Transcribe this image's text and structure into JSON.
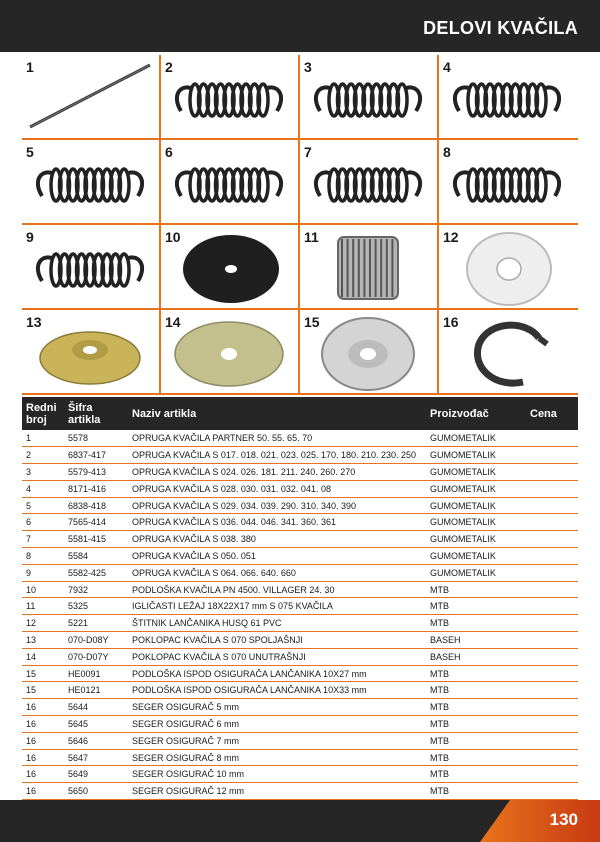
{
  "header": {
    "title": "DELOVI KVAČILA"
  },
  "grid": {
    "cells": [
      {
        "num": "1",
        "icon": "rod-spring-icon"
      },
      {
        "num": "2",
        "icon": "clutch-spring-icon"
      },
      {
        "num": "3",
        "icon": "clutch-spring-icon"
      },
      {
        "num": "4",
        "icon": "clutch-spring-icon"
      },
      {
        "num": "5",
        "icon": "clutch-spring-icon"
      },
      {
        "num": "6",
        "icon": "clutch-spring-icon"
      },
      {
        "num": "7",
        "icon": "clutch-spring-icon"
      },
      {
        "num": "8",
        "icon": "clutch-spring-icon"
      },
      {
        "num": "9",
        "icon": "clutch-spring-icon"
      },
      {
        "num": "10",
        "icon": "washer-black-icon"
      },
      {
        "num": "11",
        "icon": "needle-bearing-icon"
      },
      {
        "num": "12",
        "icon": "washer-white-icon"
      },
      {
        "num": "13",
        "icon": "cover-gold-icon"
      },
      {
        "num": "14",
        "icon": "washer-metal-icon"
      },
      {
        "num": "15",
        "icon": "cover-silver-icon"
      },
      {
        "num": "16",
        "icon": "circlip-icon"
      }
    ]
  },
  "table": {
    "headers": {
      "col1": "Redni broj",
      "col2": "Šifra artikla",
      "col3": "Naziv artikla",
      "col4": "Proizvođač",
      "col5": "Cena"
    },
    "rows": [
      [
        "1",
        "5578",
        "OPRUGA KVAČILA PARTNER 50. 55. 65. 70",
        "GUMOMETALIK",
        ""
      ],
      [
        "2",
        "6837-417",
        "OPRUGA KVAČILA S 017. 018. 021. 023. 025. 170. 180. 210. 230. 250",
        "GUMOMETALIK",
        ""
      ],
      [
        "3",
        "5579-413",
        "OPRUGA KVAČILA S 024. 026. 181. 211. 240. 260. 270",
        "GUMOMETALIK",
        ""
      ],
      [
        "4",
        "8171-416",
        "OPRUGA KVAČILA S 028. 030. 031. 032. 041. 08",
        "GUMOMETALIK",
        ""
      ],
      [
        "5",
        "6838-418",
        "OPRUGA KVAČILA S 029. 034. 039. 290. 310. 340. 390",
        "GUMOMETALIK",
        ""
      ],
      [
        "6",
        "7565-414",
        "OPRUGA KVAČILA S 036. 044. 046. 341. 360. 361",
        "GUMOMETALIK",
        ""
      ],
      [
        "7",
        "5581-415",
        "OPRUGA KVAČILA S 038. 380",
        "GUMOMETALIK",
        ""
      ],
      [
        "8",
        "5584",
        "OPRUGA KVAČILA S 050. 051",
        "GUMOMETALIK",
        ""
      ],
      [
        "9",
        "5582-425",
        "OPRUGA KVAČILA S 064. 066. 640. 660",
        "GUMOMETALIK",
        ""
      ],
      [
        "10",
        "7932",
        "PODLOŠKA KVAČILA PN 4500. VILLAGER 24. 30",
        "MTB",
        ""
      ],
      [
        "11",
        "5325",
        "IGLIČASTI LEŽAJ 18X22X17 mm S 075 KVAČILA",
        "MTB",
        ""
      ],
      [
        "12",
        "5221",
        "ŠTITNIK LANČANIKA HUSQ 61 PVC",
        "MTB",
        ""
      ],
      [
        "13",
        "070-D08Y",
        "POKLOPAC KVAČILA S 070 SPOLJAŠNJI",
        "BASEH",
        ""
      ],
      [
        "14",
        "070-D07Y",
        "POKLOPAC KVAČILA S 070 UNUTRAŠNJI",
        "BASEH",
        ""
      ],
      [
        "15",
        "HE0091",
        "PODLOŠKA ISPOD OSIGURAČA LANČANIKA 10X27 mm",
        "MTB",
        ""
      ],
      [
        "15",
        "HE0121",
        "PODLOŠKA ISPOD OSIGURAČA LANČANIKA 10X33 mm",
        "MTB",
        ""
      ],
      [
        "16",
        "5644",
        "SEGER OSIGURAČ 5 mm",
        "MTB",
        ""
      ],
      [
        "16",
        "5645",
        "SEGER OSIGURAČ 6 mm",
        "MTB",
        ""
      ],
      [
        "16",
        "5646",
        "SEGER OSIGURAČ 7 mm",
        "MTB",
        ""
      ],
      [
        "16",
        "5647",
        "SEGER OSIGURAČ 8 mm",
        "MTB",
        ""
      ],
      [
        "16",
        "5649",
        "SEGER OSIGURAČ 10 mm",
        "MTB",
        ""
      ],
      [
        "16",
        "5650",
        "SEGER OSIGURAČ 12 mm",
        "MTB",
        ""
      ]
    ]
  },
  "footer": {
    "page_number": "130"
  },
  "colors": {
    "accent": "#e8731c",
    "dark": "#262626"
  }
}
